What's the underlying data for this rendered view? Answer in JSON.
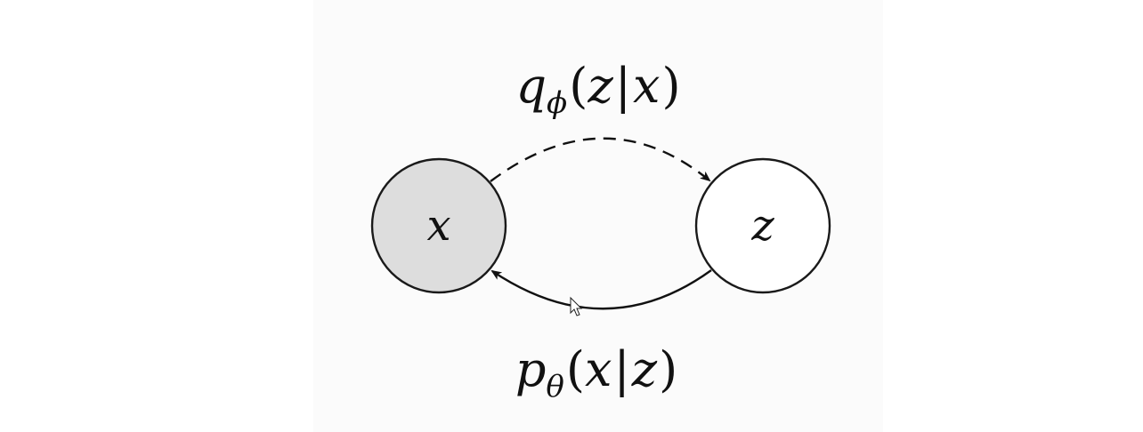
{
  "background_color": "#ffffff",
  "panel_color": "#fbfbfb",
  "nodes": {
    "observed": {
      "label": "x",
      "fill": "#dddddd",
      "stroke": "#1a1a1a"
    },
    "latent": {
      "label": "z",
      "fill": "#ffffff",
      "stroke": "#1a1a1a"
    }
  },
  "edges": {
    "encoder": {
      "style": "dashed",
      "direction": "x-to-z",
      "label": {
        "func": "q",
        "sub": "ϕ",
        "open": "(",
        "arg1": "z",
        "bar": "|",
        "arg2": "x",
        "close": ")"
      }
    },
    "decoder": {
      "style": "solid",
      "direction": "z-to-x",
      "label": {
        "func": "p",
        "sub": "θ",
        "open": "(",
        "arg1": "x",
        "bar": "|",
        "arg2": "z",
        "close": ")"
      }
    }
  },
  "cursor": {
    "icon": "mouse-pointer-icon"
  }
}
